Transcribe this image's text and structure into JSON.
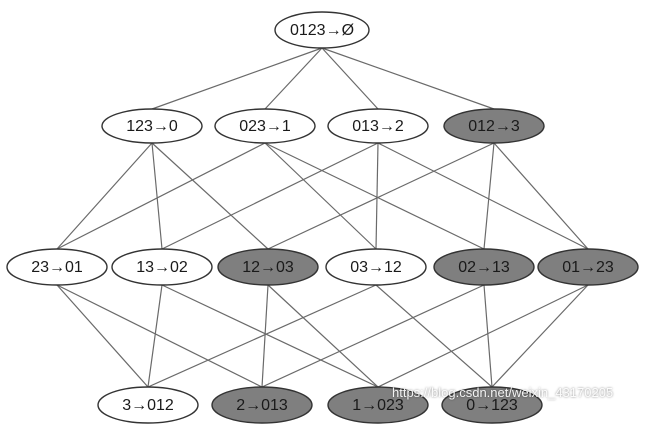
{
  "colors": {
    "plain_fill": "#ffffff",
    "highlighted_fill": "#7f7f7f",
    "edge": "#6a6a6a",
    "outline": "#333333"
  },
  "nodes": [
    {
      "id": "n0123",
      "label": "0123→Ø",
      "highlighted": false
    },
    {
      "id": "n123",
      "label": "123→0",
      "highlighted": false
    },
    {
      "id": "n023",
      "label": "023→1",
      "highlighted": false
    },
    {
      "id": "n013",
      "label": "013→2",
      "highlighted": false
    },
    {
      "id": "n012",
      "label": "012→3",
      "highlighted": true
    },
    {
      "id": "n23",
      "label": "23→01",
      "highlighted": false
    },
    {
      "id": "n13",
      "label": "13→02",
      "highlighted": false
    },
    {
      "id": "n12",
      "label": "12→03",
      "highlighted": true
    },
    {
      "id": "n03",
      "label": "03→12",
      "highlighted": false
    },
    {
      "id": "n02",
      "label": "02→13",
      "highlighted": true
    },
    {
      "id": "n01",
      "label": "01→23",
      "highlighted": true
    },
    {
      "id": "n3",
      "label": "3→012",
      "highlighted": false
    },
    {
      "id": "n2",
      "label": "2→013",
      "highlighted": true
    },
    {
      "id": "n1",
      "label": "1→023",
      "highlighted": true
    },
    {
      "id": "n0",
      "label": "0→123",
      "highlighted": true
    }
  ],
  "edges": [
    [
      "n0123",
      "n123"
    ],
    [
      "n0123",
      "n023"
    ],
    [
      "n0123",
      "n013"
    ],
    [
      "n0123",
      "n012"
    ],
    [
      "n123",
      "n23"
    ],
    [
      "n123",
      "n13"
    ],
    [
      "n123",
      "n12"
    ],
    [
      "n023",
      "n23"
    ],
    [
      "n023",
      "n03"
    ],
    [
      "n023",
      "n02"
    ],
    [
      "n013",
      "n13"
    ],
    [
      "n013",
      "n03"
    ],
    [
      "n013",
      "n01"
    ],
    [
      "n012",
      "n12"
    ],
    [
      "n012",
      "n02"
    ],
    [
      "n012",
      "n01"
    ],
    [
      "n23",
      "n3"
    ],
    [
      "n23",
      "n2"
    ],
    [
      "n13",
      "n3"
    ],
    [
      "n13",
      "n1"
    ],
    [
      "n12",
      "n2"
    ],
    [
      "n12",
      "n1"
    ],
    [
      "n03",
      "n3"
    ],
    [
      "n03",
      "n0"
    ],
    [
      "n02",
      "n2"
    ],
    [
      "n02",
      "n0"
    ],
    [
      "n01",
      "n1"
    ],
    [
      "n01",
      "n0"
    ]
  ],
  "watermark": "https://blog.csdn.net/weixin_43170205"
}
